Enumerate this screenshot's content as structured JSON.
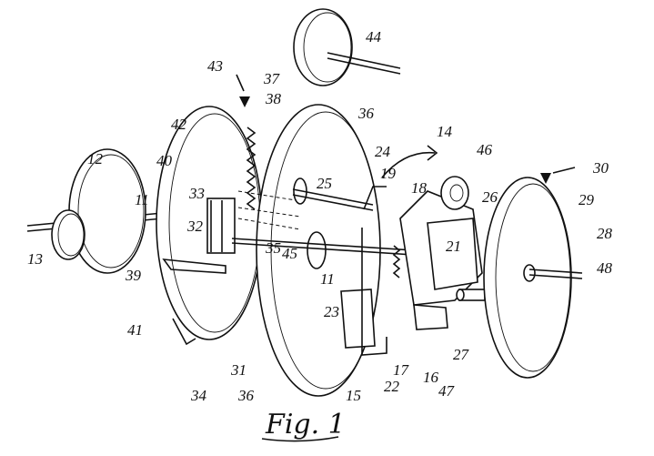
{
  "figure": {
    "caption": "Fig. 1",
    "labels": [
      {
        "id": "l11a",
        "text": "11"
      },
      {
        "id": "l11b",
        "text": "11"
      },
      {
        "id": "l12",
        "text": "12"
      },
      {
        "id": "l13",
        "text": "13"
      },
      {
        "id": "l14",
        "text": "14"
      },
      {
        "id": "l15",
        "text": "15"
      },
      {
        "id": "l16",
        "text": "16"
      },
      {
        "id": "l17",
        "text": "17"
      },
      {
        "id": "l18",
        "text": "18"
      },
      {
        "id": "l19",
        "text": "19"
      },
      {
        "id": "l21",
        "text": "21"
      },
      {
        "id": "l22",
        "text": "22"
      },
      {
        "id": "l23",
        "text": "23"
      },
      {
        "id": "l24",
        "text": "24"
      },
      {
        "id": "l25",
        "text": "25"
      },
      {
        "id": "l26",
        "text": "26"
      },
      {
        "id": "l27",
        "text": "27"
      },
      {
        "id": "l28",
        "text": "28"
      },
      {
        "id": "l29",
        "text": "29"
      },
      {
        "id": "l30",
        "text": "30"
      },
      {
        "id": "l31",
        "text": "31"
      },
      {
        "id": "l32",
        "text": "32"
      },
      {
        "id": "l33",
        "text": "33"
      },
      {
        "id": "l34",
        "text": "34"
      },
      {
        "id": "l35",
        "text": "35"
      },
      {
        "id": "l36a",
        "text": "36"
      },
      {
        "id": "l36b",
        "text": "36"
      },
      {
        "id": "l37",
        "text": "37"
      },
      {
        "id": "l38",
        "text": "38"
      },
      {
        "id": "l39",
        "text": "39"
      },
      {
        "id": "l40",
        "text": "40"
      },
      {
        "id": "l41",
        "text": "41"
      },
      {
        "id": "l42",
        "text": "42"
      },
      {
        "id": "l43",
        "text": "43"
      },
      {
        "id": "l44",
        "text": "44"
      },
      {
        "id": "l45",
        "text": "45"
      },
      {
        "id": "l46",
        "text": "46"
      },
      {
        "id": "l47",
        "text": "47"
      },
      {
        "id": "l48",
        "text": "48"
      }
    ]
  }
}
